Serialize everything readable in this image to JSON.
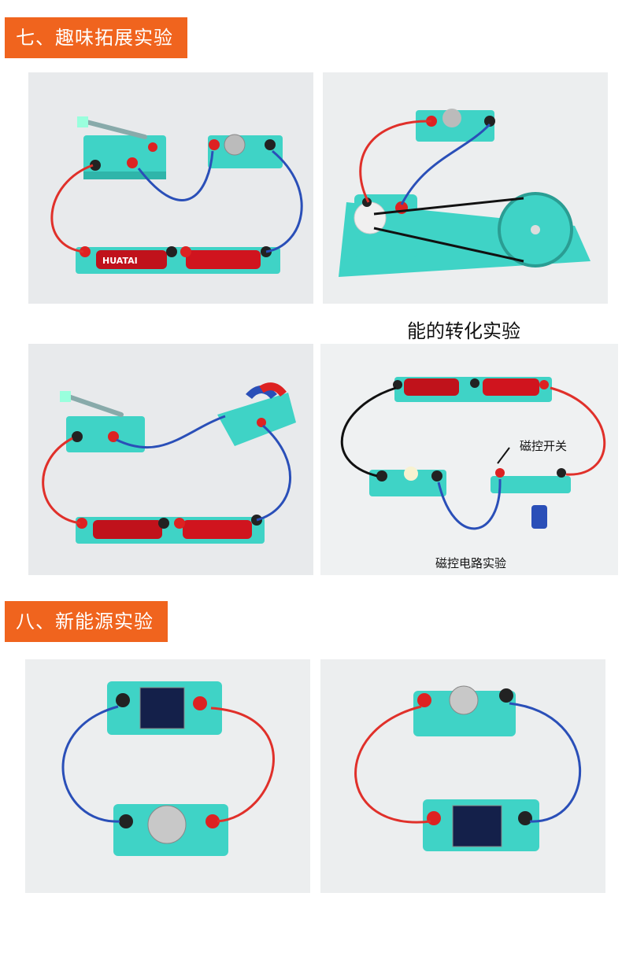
{
  "sections": [
    {
      "title": "七、趣味拓展实验"
    },
    {
      "title": "八、新能源实验"
    }
  ],
  "captions": {
    "energy_conversion": "能的转化实验",
    "magnetic_switch": "磁控开关",
    "magnetic_circuit": "磁控电路实验"
  },
  "battery_brand": "HUATAI",
  "colors": {
    "banner": "#f0641e",
    "base_plate": "#3fd3c6",
    "red_wire": "#e0302a",
    "blue_wire": "#2a4fb8"
  }
}
